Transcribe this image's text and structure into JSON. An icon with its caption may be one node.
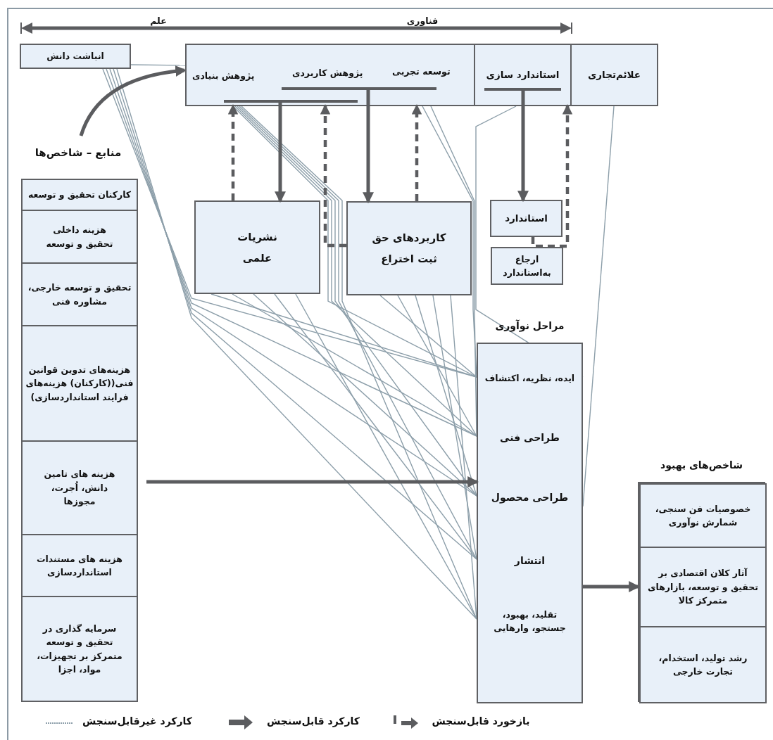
{
  "diagram": {
    "nodes": [
      {
        "text": [
          "انباشت دانش"
        ]
      },
      {
        "text": [
          "توسعه تجربی",
          "پژوهش کاربردی",
          "پژوهش بنیادی"
        ]
      },
      {
        "text": [
          "استاندارد سازی"
        ]
      },
      {
        "text": [
          "علائم‌تجاری"
        ]
      },
      {
        "text": [
          "کارکنان تحقیق و توسعه"
        ]
      },
      {
        "text": [
          "هزینه داخلی تحقیق و توسعه"
        ]
      },
      {
        "text": [
          "تحقیق و توسعه خارجی، مشاوره فنی"
        ]
      },
      {
        "text": [
          "هزینه‌های تدوین قوانین فنی((کارکنان) هزینه‌های فرایند استانداردسازی)"
        ]
      },
      {
        "text": [
          "هزینه های تامین دانش، اُجرت، مجوزها"
        ]
      },
      {
        "text": [
          "هزینه های مستندات استانداردسازی"
        ]
      },
      {
        "text": [
          "سرمایه گذاری در تحقیق و توسعه متمرکز بر تجهیزات، مواد، اجزا"
        ]
      },
      {
        "text": [
          "نشریات علمی"
        ]
      },
      {
        "text": [
          "کاربردهای حق ثبت اختراع"
        ]
      },
      {
        "text": [
          "استاندارد"
        ]
      },
      {
        "text": [
          "ارجاع به‌استاندارد"
        ]
      },
      {
        "text": [
          "مراحل نوآوری",
          "ایده، نظریه، اکتشاف",
          "طراحی فنی",
          "طراحی محصول",
          "انتشار",
          "تقلید، بهبود، جستجو، وارهایی"
        ]
      },
      {
        "text": [
          "شاخص‌های بهبود"
        ]
      },
      {
        "text": [
          "خصوصیات فن سنجی، شمارش نوآوری"
        ],
        "in": 16
      },
      {
        "text": [
          "آثار کلان اقتصادی بر تحقیق و توسعه، بازارهای متمرکز کالا"
        ],
        "in": 16
      },
      {
        "text": [
          "رشد تولید، استخدام، تجارت خارجی"
        ],
        "in": 16
      }
    ],
    "edges": [
      {
        "from": null,
        "to": 1,
        "arrow": "to",
        "style": "thick",
        "color": "#5b5c5f"
      },
      {
        "from": 0,
        "to": 1,
        "arrow": "none"
      },
      {
        "from": 1,
        "to": 11,
        "arrow": "to",
        "style": "thick",
        "color": "#5b5c5f"
      },
      {
        "from": 1,
        "to": 12,
        "arrow": "to",
        "style": "thick",
        "color": "#5b5c5f"
      },
      {
        "from": 2,
        "to": 13,
        "arrow": "to",
        "style": "thick",
        "color": "#5b5c5f"
      },
      {
        "from": 11,
        "to": 1,
        "arrow": "to",
        "style": "dashed",
        "color": "#5b5c5f"
      },
      {
        "from": 12,
        "to": 1,
        "arrow": "to",
        "style": "dashed",
        "color": "#5b5c5f"
      },
      {
        "from": 12,
        "to": 1,
        "arrow": "to",
        "style": "dashed",
        "color": "#5b5c5f"
      },
      {
        "from": 13,
        "to": 2,
        "arrow": "to",
        "style": "dashed",
        "color": "#5b5c5f"
      },
      {
        "from": 8,
        "to": 15,
        "arrow": "to",
        "style": "thick",
        "color": "#5b5c5f"
      },
      {
        "from": 15,
        "to": 18,
        "arrow": "to",
        "style": "thick",
        "color": "#5b5c5f"
      },
      {
        "from": 0,
        "to": 15,
        "arrow": "none"
      },
      {
        "from": 0,
        "to": 15,
        "arrow": "none"
      },
      {
        "from": 0,
        "to": 15,
        "arrow": "none"
      },
      {
        "from": 0,
        "to": 15,
        "arrow": "none"
      },
      {
        "from": 0,
        "to": 15,
        "arrow": "none"
      },
      {
        "from": 1,
        "to": 15,
        "arrow": "none"
      },
      {
        "from": 1,
        "to": 15,
        "arrow": "none"
      },
      {
        "from": 1,
        "to": 15,
        "arrow": "none"
      },
      {
        "from": 1,
        "to": 15,
        "arrow": "none"
      },
      {
        "from": 1,
        "to": 15,
        "arrow": "none"
      },
      {
        "from": 1,
        "to": 15,
        "arrow": "none"
      },
      {
        "from": 1,
        "to": 15,
        "arrow": "none"
      },
      {
        "from": 11,
        "to": 15,
        "arrow": "none"
      },
      {
        "from": 11,
        "to": 15,
        "arrow": "none"
      },
      {
        "from": 11,
        "to": 15,
        "arrow": "none"
      },
      {
        "from": 11,
        "to": 15,
        "arrow": "none"
      },
      {
        "from": 11,
        "to": 15,
        "arrow": "none"
      },
      {
        "from": 12,
        "to": 15,
        "arrow": "none"
      },
      {
        "from": 12,
        "to": 15,
        "arrow": "none"
      },
      {
        "from": 12,
        "to": 15,
        "arrow": "none"
      },
      {
        "from": 12,
        "to": 15,
        "arrow": "none"
      },
      {
        "from": 12,
        "to": 15,
        "arrow": "none"
      },
      {
        "from": 2,
        "to": 15,
        "arrow": "none"
      },
      {
        "from": 3,
        "to": 15,
        "arrow": "none"
      }
    ],
    "labels": [
      "فناوری",
      "علم",
      "منابع – شاخص‌ها"
    ],
    "legend": [
      {
        "text": "بازخورد قابل‌سنجش"
      },
      {
        "text": "کارکرد قابل‌سنجش"
      },
      {
        "text": "کارکرد غیرقابل‌سنجش"
      }
    ]
  }
}
